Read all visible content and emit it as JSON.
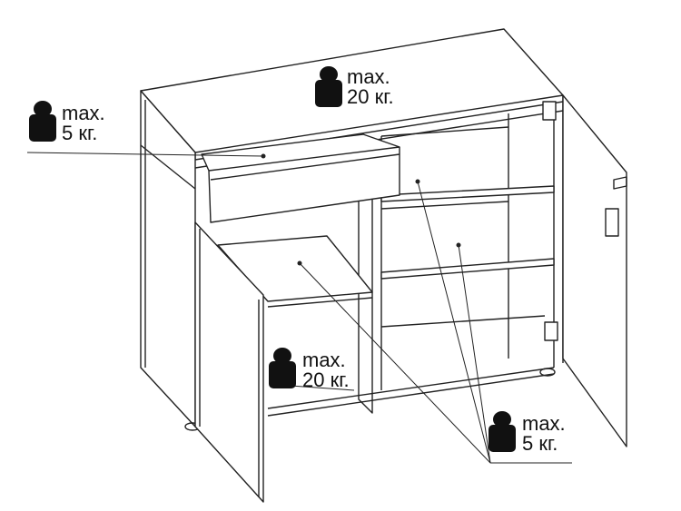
{
  "labels": {
    "top": {
      "line1": "max.",
      "line2": "20 кг."
    },
    "drawer": {
      "line1": "max.",
      "line2": "5 кг."
    },
    "bottom_left": {
      "line1": "max.",
      "line2": "20 кг."
    },
    "shelves": {
      "line1": "max.",
      "line2": "5 кг."
    }
  },
  "icons": {
    "weight": "weight-icon"
  },
  "colors": {
    "line": "#222222",
    "weight": "#111111"
  }
}
